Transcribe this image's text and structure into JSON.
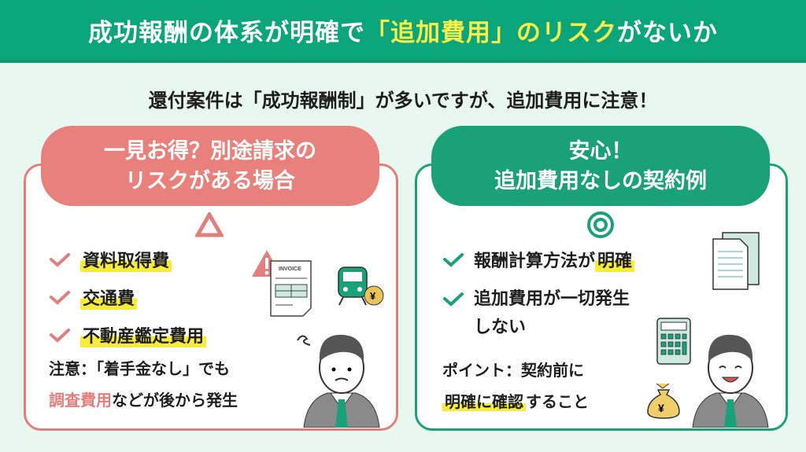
{
  "header": {
    "title_pre": "成功報酬の体系が明確で",
    "title_highlight": "「追加費用」のリスク",
    "title_post": "がないか"
  },
  "subtitle": "還付案件は「成功報酬制」が多いですが、追加費用に注意！",
  "left": {
    "heading_line1": "一見お得？別途請求の",
    "heading_line2": "リスクがある場合",
    "symbol": "△",
    "items": [
      "資料取得費",
      "交通費",
      "不動産鑑定費用"
    ],
    "note_line1": "注意：「着手金なし」でも",
    "note_highlight": "調査費用",
    "note_line2_rest": "などが後から発生",
    "invoice_label": "INVOICE",
    "yen": "¥",
    "color": "#e07f7b"
  },
  "right": {
    "heading_line1": "安心！",
    "heading_line2": "追加費用なしの契約例",
    "symbol": "◎",
    "item1_pre": "報酬計算方法が",
    "item1_highlight": "明確",
    "item2_line1": "追加費用が一切発生",
    "item2_line2": "しない",
    "point_line1": "ポイント：契約前に",
    "point_highlight": "明確に確認",
    "point_rest": "すること",
    "yen": "¥",
    "color": "#1aa177"
  }
}
